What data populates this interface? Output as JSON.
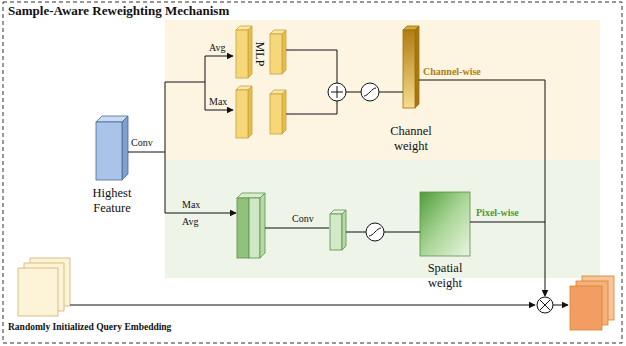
{
  "diagram": {
    "title": "Sample-Aware Reweighting Mechanism",
    "nodes": [
      {
        "text": [
          "Highest Feature"
        ]
      },
      {
        "text": [
          "MLP"
        ]
      },
      {
        "text": [
          "Channel weight"
        ]
      },
      {
        "text": [
          "Spatial weight"
        ]
      },
      {
        "text": [
          "Randomly Initialized Query Embedding"
        ]
      }
    ],
    "edges": [
      {
        "from": 0,
        "to": 1,
        "arrow": "to"
      },
      {
        "from": 1,
        "to": 2,
        "arrow": "none"
      }
    ],
    "labels": [
      "Conv",
      "Avg",
      "Max",
      "Channel-wise",
      "Max",
      "Avg",
      "Conv",
      "Pixel-wise"
    ]
  }
}
